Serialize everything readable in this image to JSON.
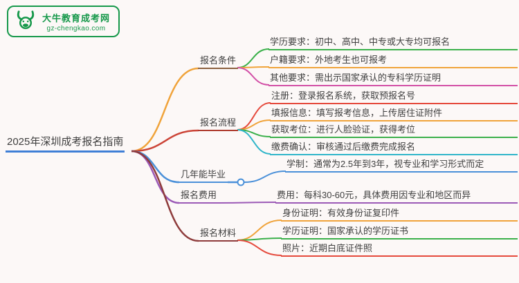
{
  "background": "#fcf8f7",
  "logo": {
    "name": "大牛教育成考网",
    "url": "gz-chengkao.com",
    "color": "#16984a"
  },
  "root": {
    "label": "2025年深圳成考报名指南",
    "color": "#3f7fd6"
  },
  "branches": [
    {
      "label": "报名条件",
      "edge_color": "#f0a33a",
      "node_color": "#8b5e3c",
      "children": [
        {
          "label": "学历要求：初中、高中、中专或大专均可报名",
          "color": "#3ab04a"
        },
        {
          "label": "户籍要求：外地考生也可报考",
          "color": "#f0a33a"
        },
        {
          "label": "其他要求：需出示国家承认的专科学历证明",
          "color": "#d24fa6"
        }
      ]
    },
    {
      "label": "报名流程",
      "edge_color": "#cc4437",
      "node_color": "#ad3a2d",
      "children": [
        {
          "label": "注册：登录报名系统，获取预报名号",
          "color": "#e5493c"
        },
        {
          "label": "填报信息：填写报考信息，上传居住证附件",
          "color": "#f0a33a"
        },
        {
          "label": "获取考位：进行人脸验证，获得考位",
          "color": "#3ab04a"
        },
        {
          "label": "缴费确认：审核通过后缴费完成报名",
          "color": "#2fb5c9"
        }
      ]
    },
    {
      "label": "几年能毕业",
      "edge_color": "#4a90d9",
      "node_color": "#4a90d9",
      "children": [
        {
          "label": "学制：通常为2.5年到3年，视专业和学习形式而定",
          "color": "#4a90d9"
        }
      ]
    },
    {
      "label": "报名费用",
      "edge_color": "#9b59b6",
      "node_color": "#9b59b6",
      "children": [
        {
          "label": "费用：每科30-60元，具体费用因专业和地区而异",
          "color": "#9b59b6"
        }
      ]
    },
    {
      "label": "报名材料",
      "edge_color": "#8e3b3b",
      "node_color": "#8e3b3b",
      "children": [
        {
          "label": "身份证明：有效身份证复印件",
          "color": "#f0a33a"
        },
        {
          "label": "学历证明：国家承认的学历证书",
          "color": "#3ab04a"
        },
        {
          "label": "照片：近期白底证件照",
          "color": "#e5493c"
        }
      ]
    }
  ]
}
